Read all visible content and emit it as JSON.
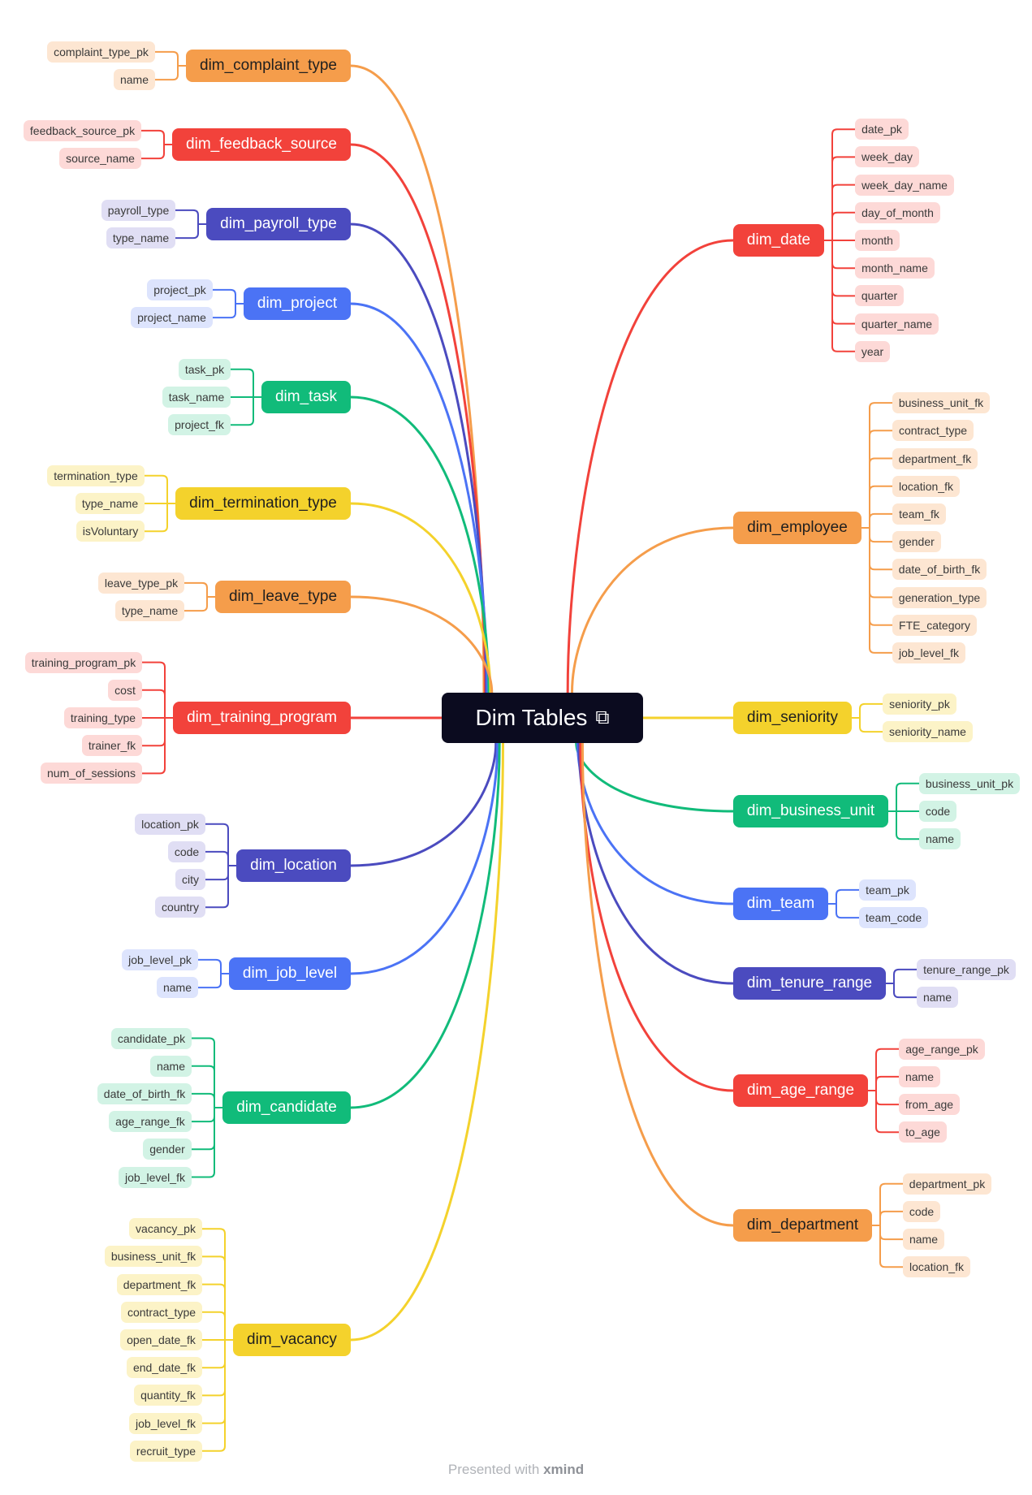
{
  "root": {
    "title": "Dim Tables",
    "icon": "linked-sheets-icon"
  },
  "footer": {
    "prefix": "Presented with",
    "brand": "xmind"
  },
  "palette": {
    "orange": "#f59d4b",
    "red": "#f2423b",
    "indigo": "#4b4bbf",
    "blue": "#4b73f5",
    "green": "#11bb7a",
    "yellow": "#f4d22c",
    "orange_light": "#fde6d2",
    "red_light": "#fdd9d7",
    "indigo_light": "#e0def4",
    "blue_light": "#dde4fd",
    "green_light": "#d2f3e5",
    "yellow_light": "#fcf3c7"
  },
  "tables": [
    {
      "name": "dim_complaint_type",
      "side": "left",
      "color": "orange",
      "fields": [
        "complaint_type_pk",
        "name"
      ]
    },
    {
      "name": "dim_feedback_source",
      "side": "left",
      "color": "red",
      "fields": [
        "feedback_source_pk",
        "source_name"
      ]
    },
    {
      "name": "dim_payroll_type",
      "side": "left",
      "color": "indigo",
      "fields": [
        "payroll_type",
        "type_name"
      ]
    },
    {
      "name": "dim_project",
      "side": "left",
      "color": "blue",
      "fields": [
        "project_pk",
        "project_name"
      ]
    },
    {
      "name": "dim_task",
      "side": "left",
      "color": "green",
      "fields": [
        "task_pk",
        "task_name",
        "project_fk"
      ]
    },
    {
      "name": "dim_termination_type",
      "side": "left",
      "color": "yellow",
      "fields": [
        "termination_type",
        "type_name",
        "isVoluntary"
      ]
    },
    {
      "name": "dim_leave_type",
      "side": "left",
      "color": "orange",
      "fields": [
        "leave_type_pk",
        "type_name"
      ]
    },
    {
      "name": "dim_training_program",
      "side": "left",
      "color": "red",
      "fields": [
        "training_program_pk",
        "cost",
        "training_type",
        "trainer_fk",
        "num_of_sessions"
      ]
    },
    {
      "name": "dim_location",
      "side": "left",
      "color": "indigo",
      "fields": [
        "location_pk",
        "code",
        "city",
        "country"
      ]
    },
    {
      "name": "dim_job_level",
      "side": "left",
      "color": "blue",
      "fields": [
        "job_level_pk",
        "name"
      ]
    },
    {
      "name": "dim_candidate",
      "side": "left",
      "color": "green",
      "fields": [
        "candidate_pk",
        "name",
        "date_of_birth_fk",
        "age_range_fk",
        "gender",
        "job_level_fk"
      ]
    },
    {
      "name": "dim_vacancy",
      "side": "left",
      "color": "yellow",
      "fields": [
        "vacancy_pk",
        "business_unit_fk",
        "department_fk",
        "contract_type",
        "open_date_fk",
        "end_date_fk",
        "quantity_fk",
        "job_level_fk",
        "recruit_type"
      ]
    },
    {
      "name": "dim_date",
      "side": "right",
      "color": "red",
      "fields": [
        "date_pk",
        "week_day",
        "week_day_name",
        "day_of_month",
        "month",
        "month_name",
        "quarter",
        "quarter_name",
        "year"
      ]
    },
    {
      "name": "dim_employee",
      "side": "right",
      "color": "orange",
      "fields": [
        "business_unit_fk",
        "contract_type",
        "department_fk",
        "location_fk",
        "team_fk",
        "gender",
        "date_of_birth_fk",
        "generation_type",
        "FTE_category",
        "job_level_fk"
      ]
    },
    {
      "name": "dim_seniority",
      "side": "right",
      "color": "yellow",
      "fields": [
        "seniority_pk",
        "seniority_name"
      ]
    },
    {
      "name": "dim_business_unit",
      "side": "right",
      "color": "green",
      "fields": [
        "business_unit_pk",
        "code",
        "name"
      ]
    },
    {
      "name": "dim_team",
      "side": "right",
      "color": "blue",
      "fields": [
        "team_pk",
        "team_code"
      ]
    },
    {
      "name": "dim_tenure_range",
      "side": "right",
      "color": "indigo",
      "fields": [
        "tenure_range_pk",
        "name"
      ]
    },
    {
      "name": "dim_age_range",
      "side": "right",
      "color": "red",
      "fields": [
        "age_range_pk",
        "name",
        "from_age",
        "to_age"
      ]
    },
    {
      "name": "dim_department",
      "side": "right",
      "color": "orange",
      "fields": [
        "department_pk",
        "code",
        "name",
        "location_fk"
      ]
    }
  ]
}
